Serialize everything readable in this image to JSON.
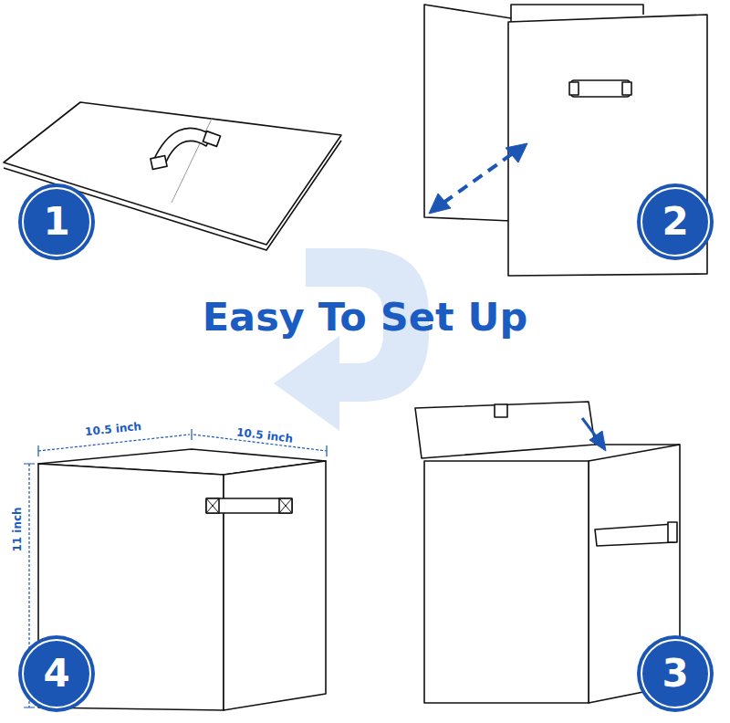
{
  "diagram": {
    "title": "Easy To Set Up",
    "nodes": [
      {
        "text": [
          "1"
        ]
      },
      {
        "text": [
          "2"
        ]
      },
      {
        "text": [
          "4"
        ]
      },
      {
        "text": [
          "3"
        ]
      }
    ],
    "labels": [
      "10.5 inch",
      "10.5 inch",
      "11 inch"
    ]
  }
}
